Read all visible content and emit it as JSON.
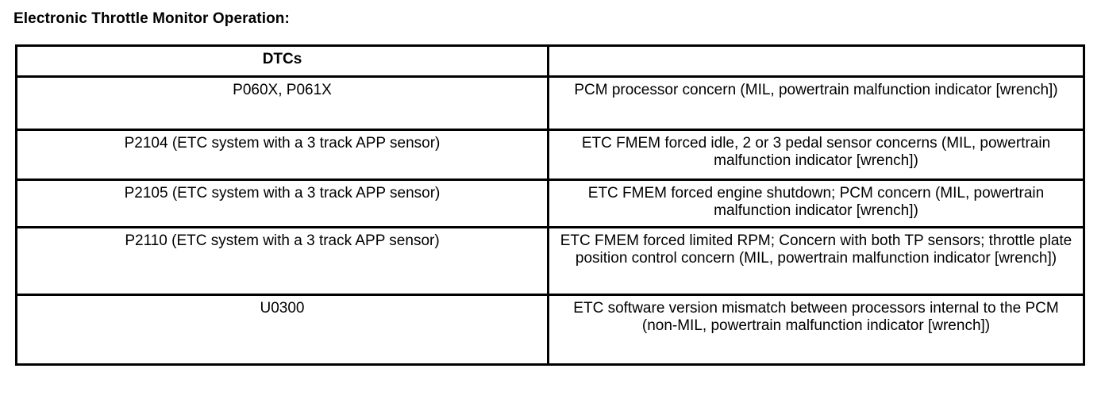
{
  "document": {
    "title": "Electronic Throttle Monitor Operation:"
  },
  "table": {
    "headers": {
      "codes": "DTCs",
      "description": ""
    },
    "rows": [
      {
        "codes": "P060X, P061X",
        "description": "PCM processor concern (MIL, powertrain malfunction indicator [wrench])"
      },
      {
        "codes": "P2104 (ETC system with a 3 track APP sensor)",
        "description": "ETC FMEM  forced idle, 2 or 3 pedal sensor concerns (MIL, powertrain malfunction indicator [wrench])"
      },
      {
        "codes": "P2105 (ETC system with a 3 track APP sensor)",
        "description": "ETC FMEM  forced engine shutdown; PCM concern (MIL, powertrain malfunction indicator [wrench])"
      },
      {
        "codes": "P2110 (ETC system with a 3 track APP sensor)",
        "description": "ETC FMEM  forced limited RPM; Concern with both TP sensors; throttle plate position control concern (MIL, powertrain malfunction indicator [wrench])"
      },
      {
        "codes": "U0300",
        "description": "ETC software version mismatch between processors internal to the PCM (non-MIL, powertrain malfunction indicator [wrench])"
      }
    ]
  }
}
